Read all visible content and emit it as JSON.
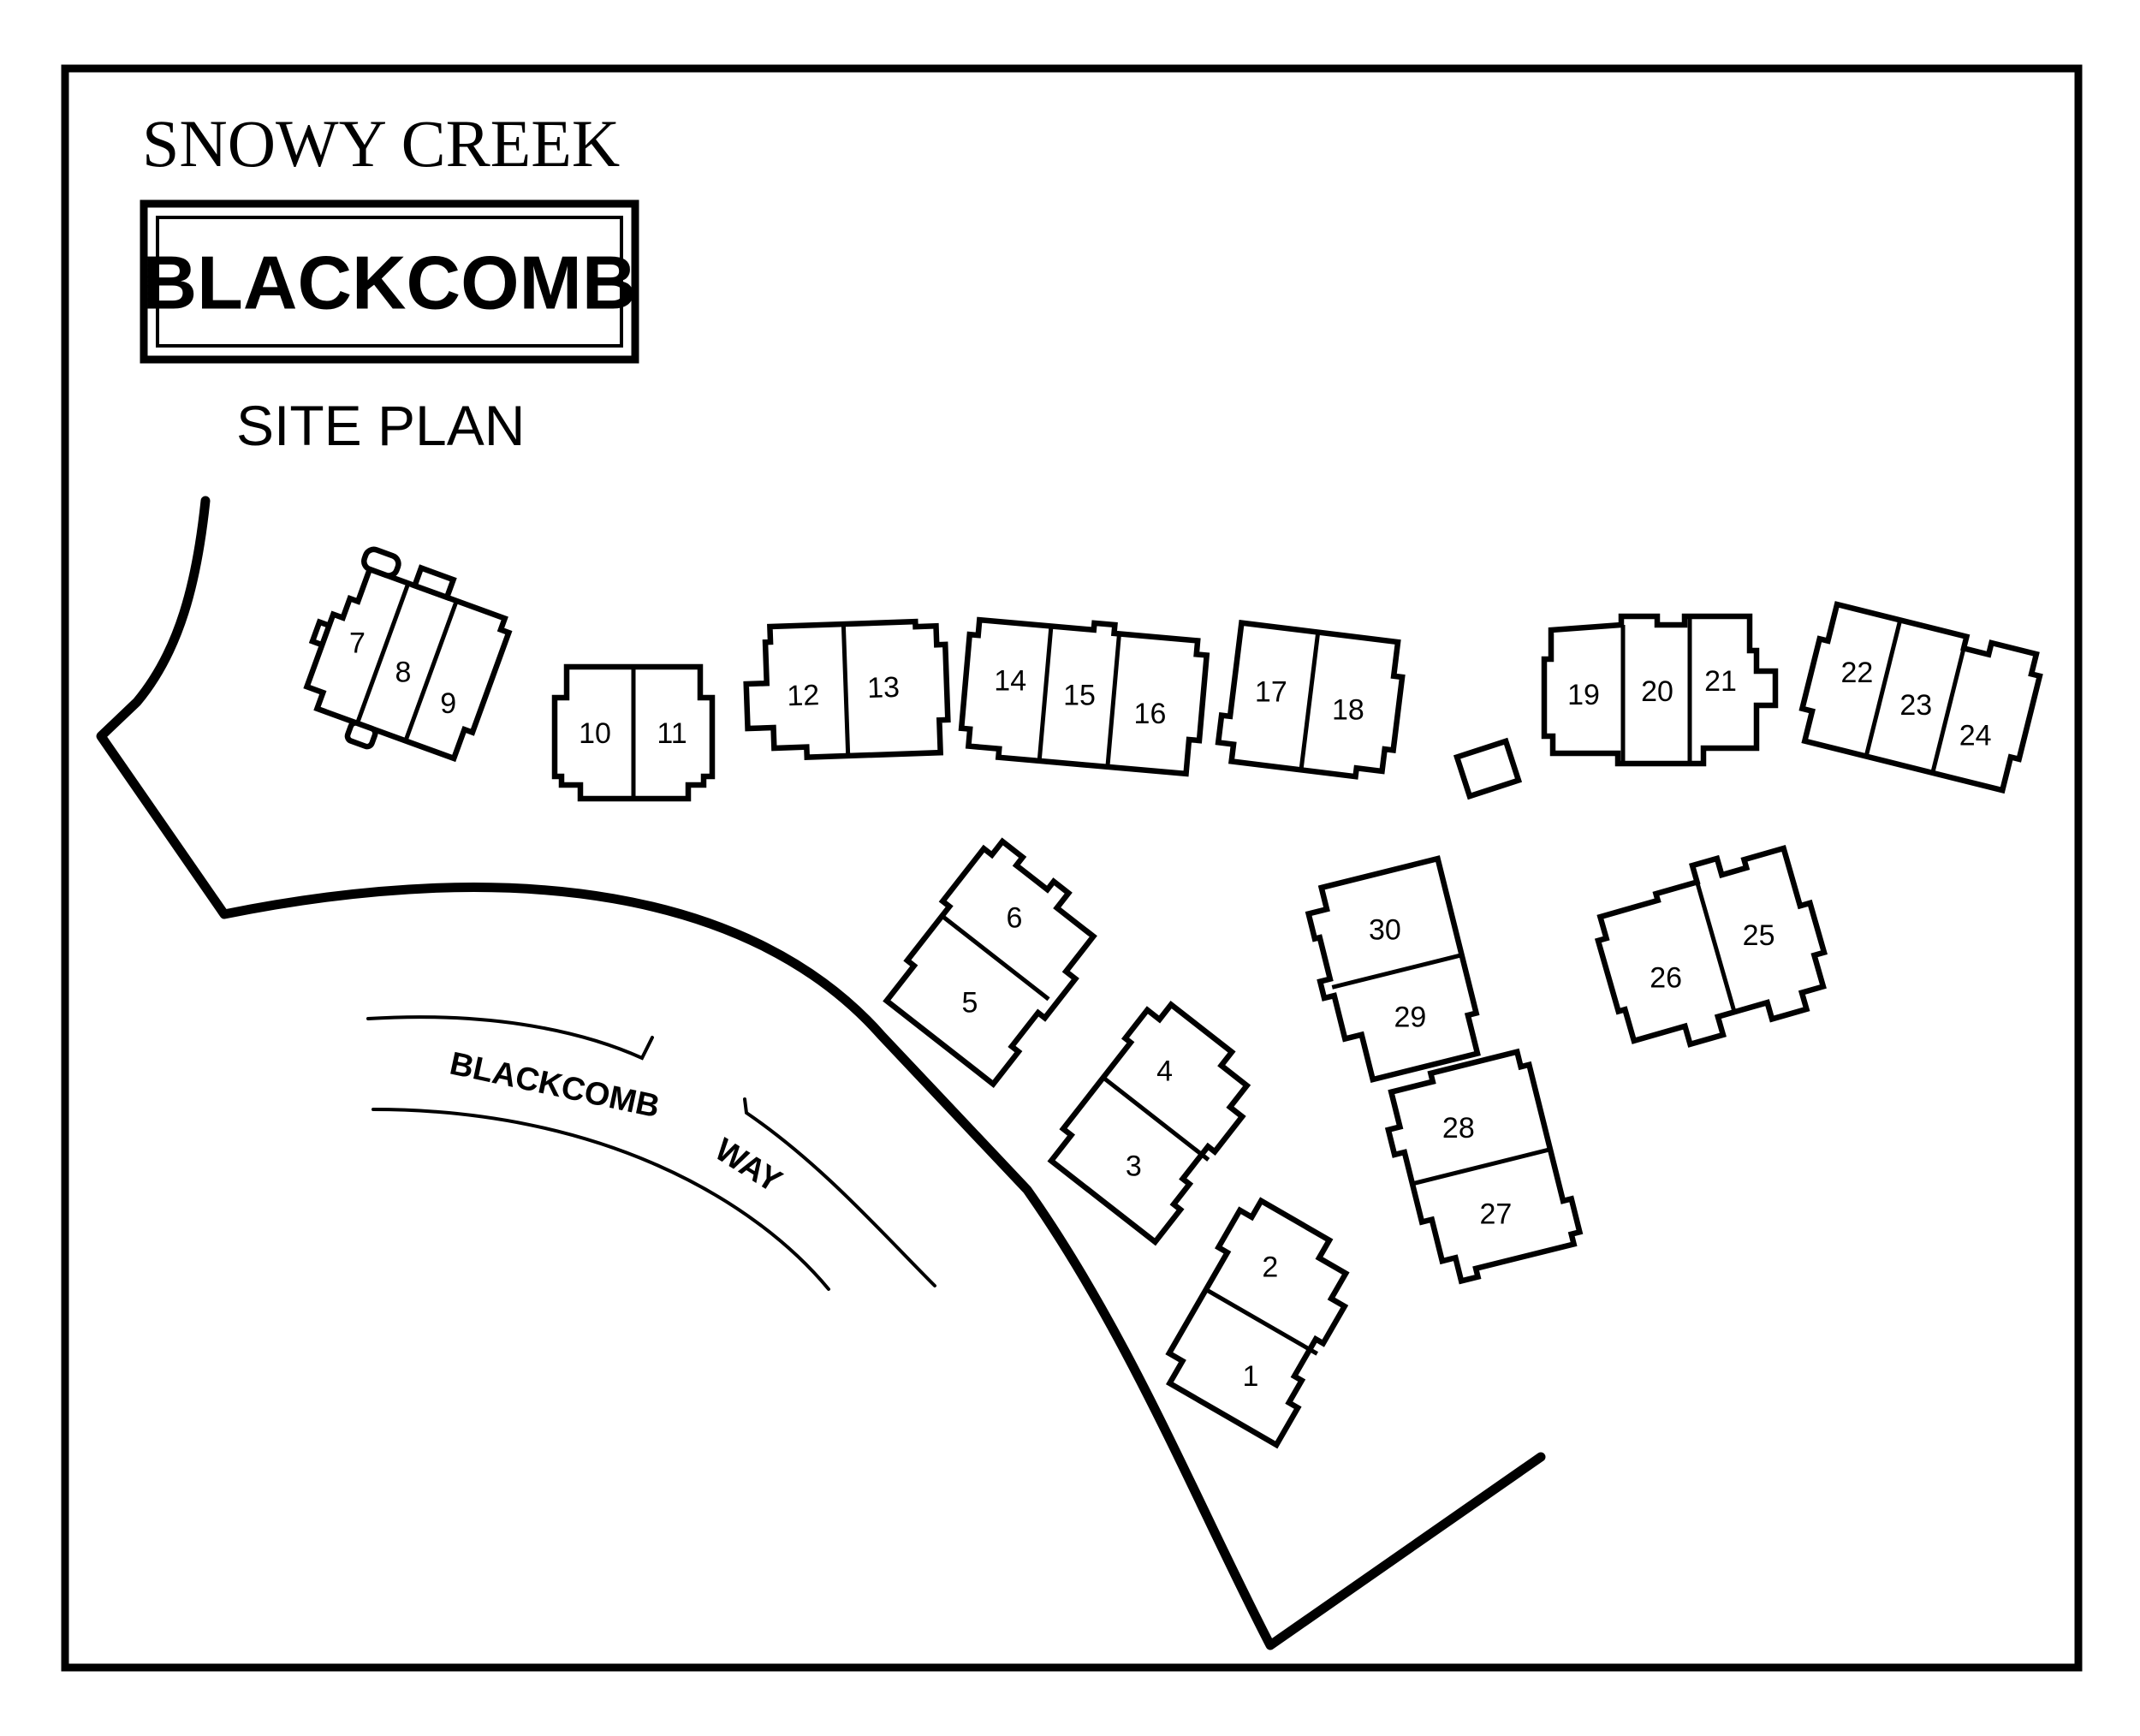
{
  "title": {
    "line1": "SNOWY CREEK",
    "badge": "BLACKCOMB",
    "line3": "SITE PLAN"
  },
  "street": {
    "word1": "BLACKCOMB",
    "word2": "WAY"
  },
  "buildings": [
    {
      "id": "bldg-7-8-9",
      "units": [
        "7",
        "8",
        "9"
      ]
    },
    {
      "id": "bldg-10-11",
      "units": [
        "10",
        "11"
      ]
    },
    {
      "id": "bldg-12-13",
      "units": [
        "12",
        "13"
      ]
    },
    {
      "id": "bldg-14-15-16",
      "units": [
        "14",
        "15",
        "16"
      ]
    },
    {
      "id": "bldg-17-18",
      "units": [
        "17",
        "18"
      ]
    },
    {
      "id": "bldg-19-20-21",
      "units": [
        "19",
        "20",
        "21"
      ]
    },
    {
      "id": "bldg-22-23-24",
      "units": [
        "22",
        "23",
        "24"
      ]
    },
    {
      "id": "bldg-6-5",
      "units": [
        "6",
        "5"
      ]
    },
    {
      "id": "bldg-4-3",
      "units": [
        "4",
        "3"
      ]
    },
    {
      "id": "bldg-2-1",
      "units": [
        "2",
        "1"
      ]
    },
    {
      "id": "bldg-30-29",
      "units": [
        "30",
        "29"
      ]
    },
    {
      "id": "bldg-28-27",
      "units": [
        "28",
        "27"
      ]
    },
    {
      "id": "bldg-26-25",
      "units": [
        "26",
        "25"
      ]
    }
  ]
}
